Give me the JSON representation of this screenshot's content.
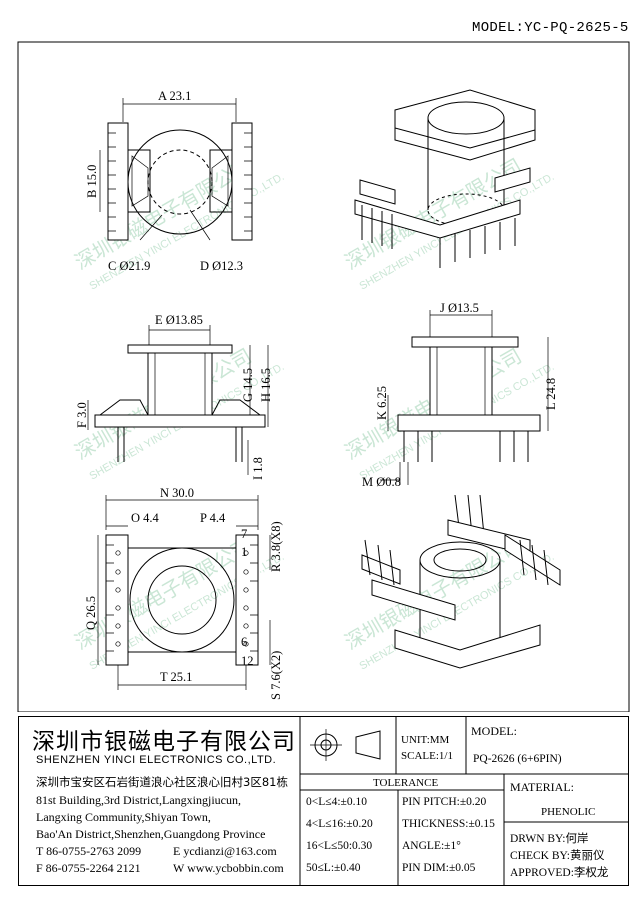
{
  "model_top": "MODEL:YC-PQ-2625-5",
  "watermark": {
    "cn": "深圳银磁电子有限公司",
    "en": "SHENZHEN YINCI ELECTRONICS CO.,LTD."
  },
  "dims": {
    "a": "A 23.1",
    "b": "B 15.0",
    "c": "C Ø21.9",
    "d": "D Ø12.3",
    "e": "E Ø13.85",
    "f": "F 3.0",
    "g": "G 14.5",
    "h": "H 16.5",
    "i": "I 1.8",
    "j": "J Ø13.5",
    "k": "K 6.25",
    "l": "L 24.8",
    "m": "M Ø0.8",
    "n": "N 30.0",
    "o": "O 4.4",
    "p": "P 4.4",
    "q": "Q 26.5",
    "r": "R 3.8(X8)",
    "s": "S 7.6(X2)",
    "t": "T 25.1"
  },
  "pin_numbers": [
    "1",
    "6",
    "7",
    "12"
  ],
  "title_block": {
    "company_cn": "深圳市银磁电子有限公司",
    "company_en": "SHENZHEN YINCI ELECTRONICS CO.,LTD.",
    "address": [
      "深圳市宝安区石岩街道浪心社区浪心旧村3区81栋",
      "81st Building,3rd District,Langxingjiucun,",
      "Langxing Community,Shiyan Town,",
      "Bao'An District,Shenzhen,Guangdong Province"
    ],
    "tel": "T 86-0755-2763 2099",
    "email": "E ycdianzi@163.com",
    "fax": "F 86-0755-2264 2121",
    "web": "W www.ycbobbin.com",
    "unit": "UNIT:MM",
    "scale": "SCALE:1/1",
    "model_label": "MODEL:",
    "model_value": "PQ-2626 (6+6PIN)",
    "tolerance_title": "TOLERANCE",
    "tolerances": [
      "0<L≤4:±0.10",
      "4<L≤16:±0.20",
      "16<L≤50:0.30",
      "50≤L:±0.40"
    ],
    "pin_tolerances": [
      "PIN PITCH:±0.20",
      "THICKNESS:±0.15",
      "ANGLE:±1°",
      "PIN DIM:±0.05"
    ],
    "material_label": "MATERIAL:",
    "material_value": "PHENOLIC",
    "drawn_by": "DRWN BY:何岸",
    "check_by": "CHECK BY:黄丽仪",
    "approved": "APPROVED:李权龙"
  }
}
